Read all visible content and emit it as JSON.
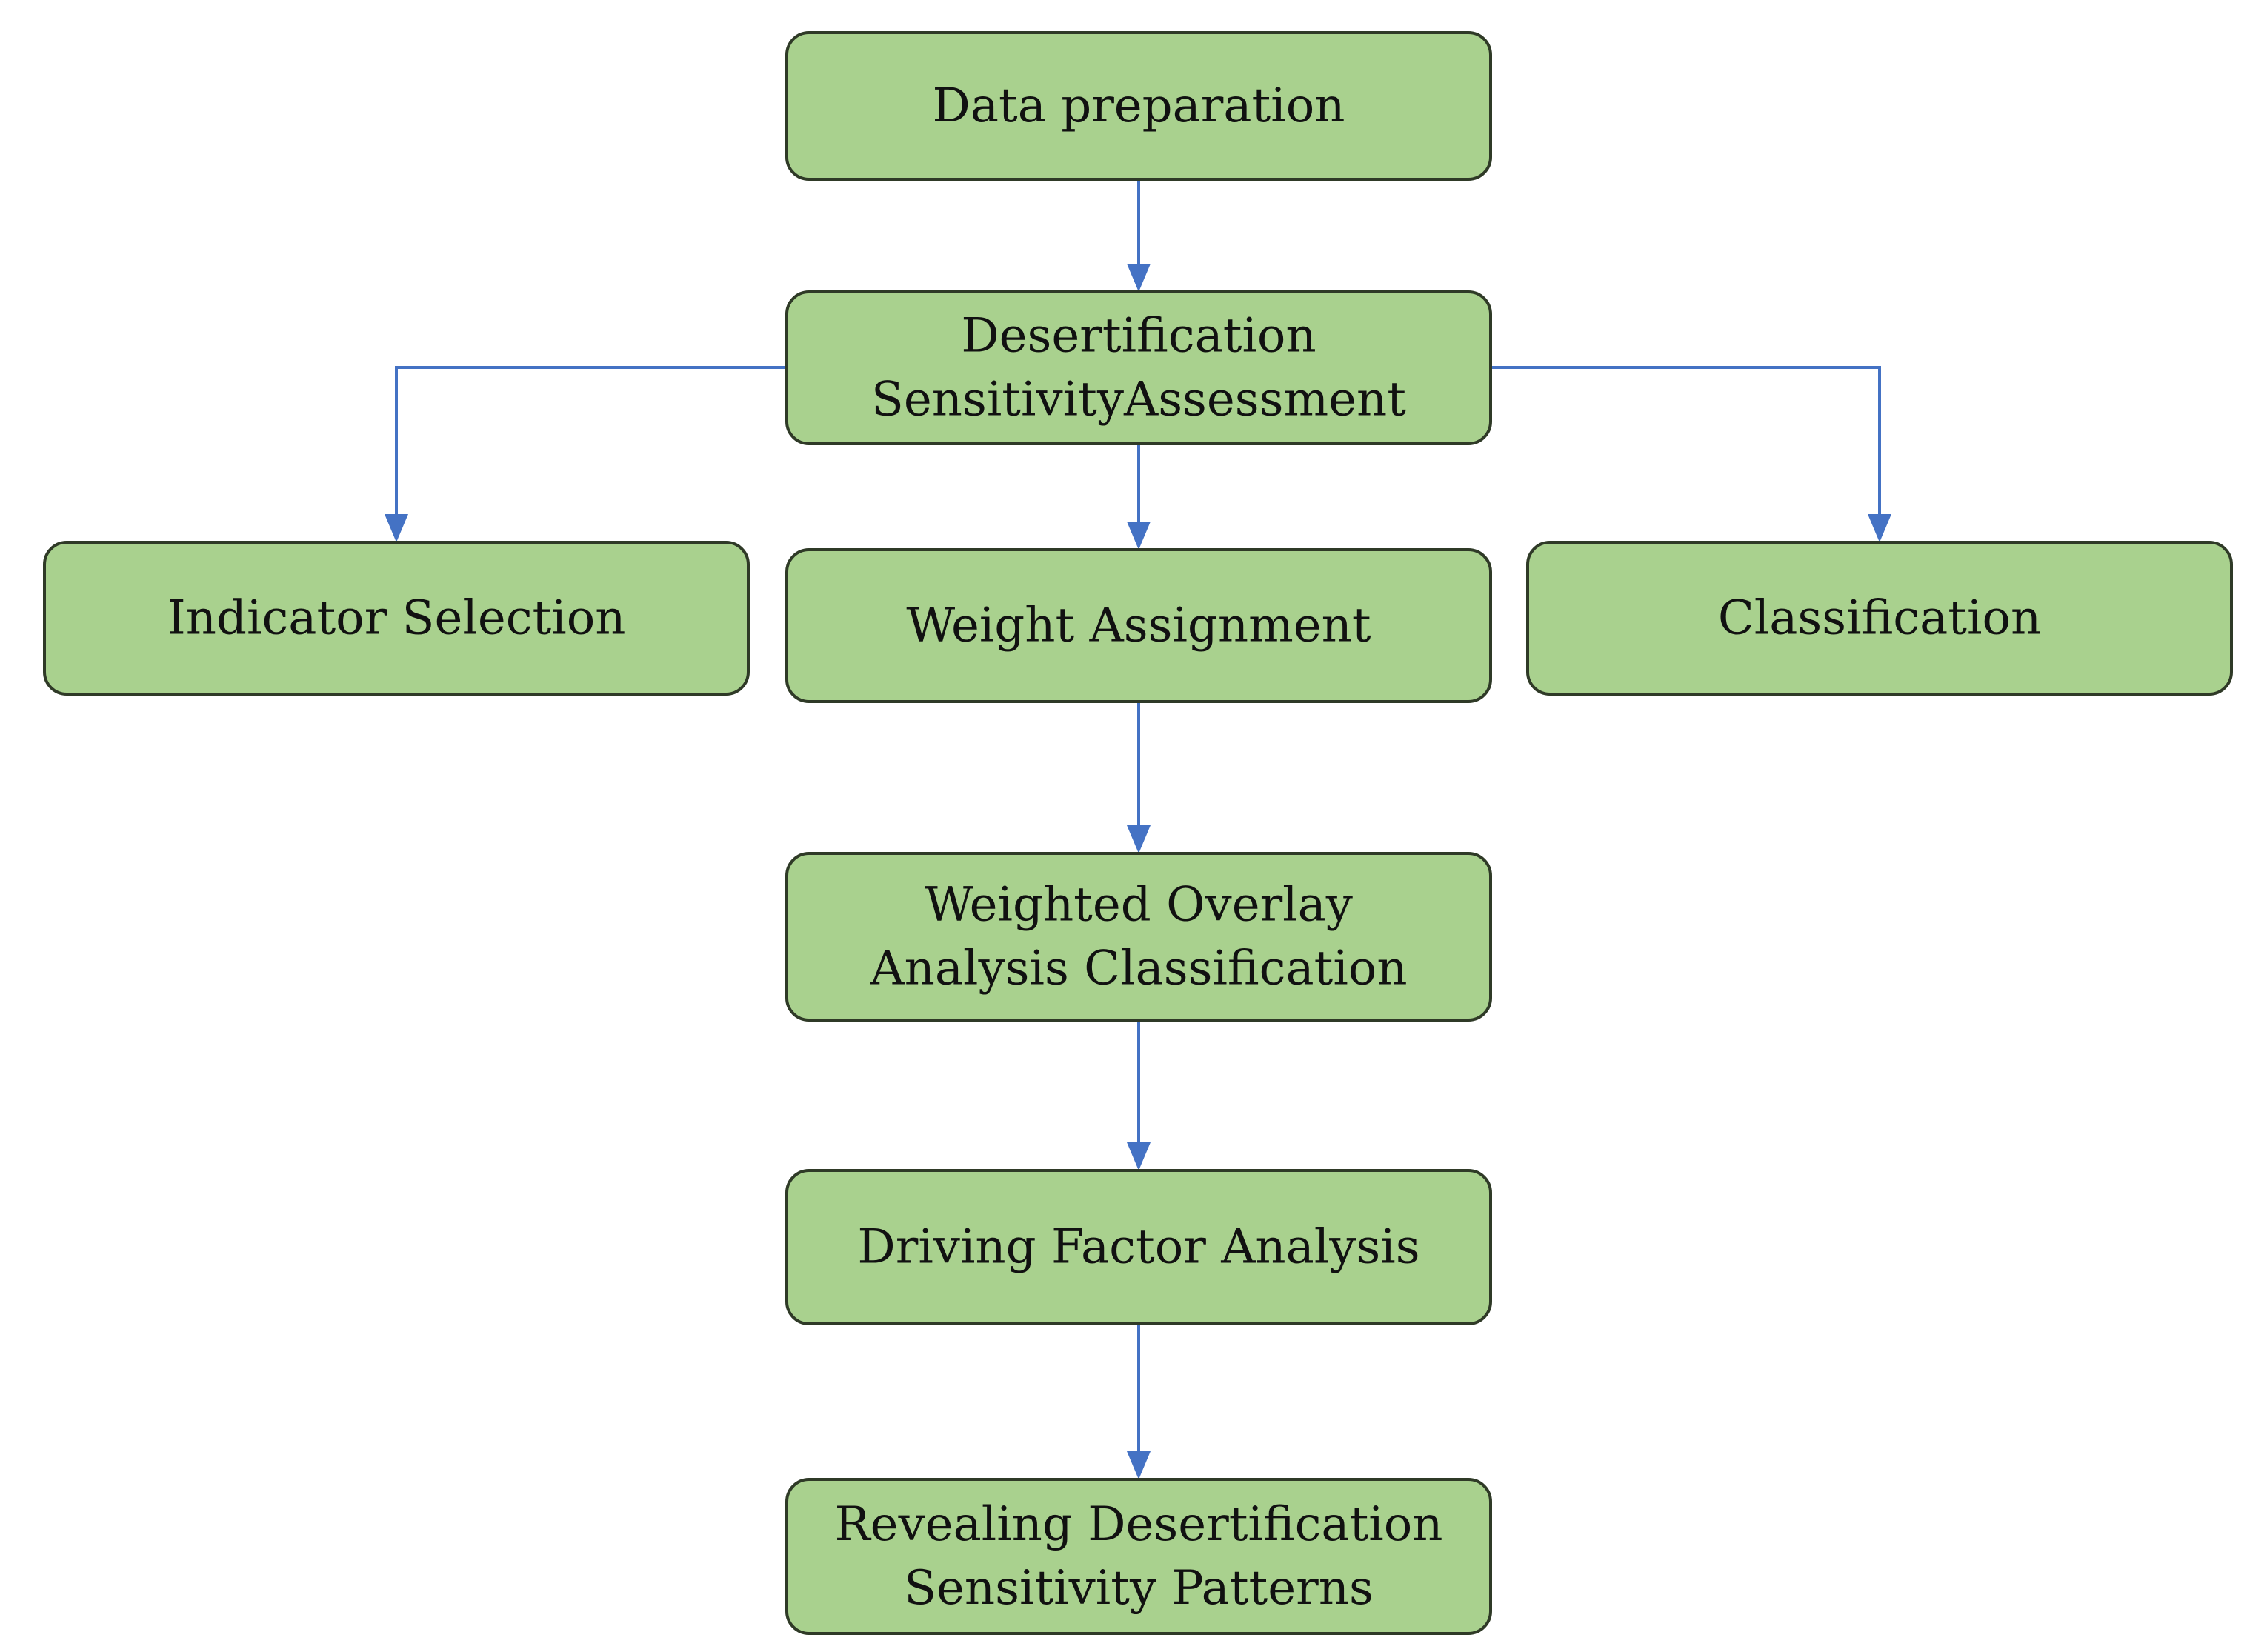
{
  "diagram": {
    "colors": {
      "node_fill": "#a9d18e",
      "node_stroke": "#2f3a27",
      "connector": "#4472c4",
      "text": "#111111"
    },
    "nodes": {
      "data_preparation": {
        "lines": [
          "Data preparation"
        ]
      },
      "desertification_sensitivity_assessment": {
        "lines": [
          "Desertification",
          "SensitivityAssessment"
        ]
      },
      "indicator_selection": {
        "lines": [
          "Indicator Selection"
        ]
      },
      "weight_assignment": {
        "lines": [
          "Weight Assignment"
        ]
      },
      "classification": {
        "lines": [
          "Classification"
        ]
      },
      "weighted_overlay_analysis_classification": {
        "lines": [
          "Weighted Overlay",
          "Analysis Classification"
        ]
      },
      "driving_factor_analysis": {
        "lines": [
          "Driving Factor Analysis"
        ]
      },
      "revealing_desertification_sensitivity_patterns": {
        "lines": [
          "Revealing Desertification",
          "Sensitivity Patterns"
        ]
      }
    },
    "edges": [
      {
        "from": "data_preparation",
        "to": "desertification_sensitivity_assessment"
      },
      {
        "from": "desertification_sensitivity_assessment",
        "to": "indicator_selection"
      },
      {
        "from": "desertification_sensitivity_assessment",
        "to": "weight_assignment"
      },
      {
        "from": "desertification_sensitivity_assessment",
        "to": "classification"
      },
      {
        "from": "weight_assignment",
        "to": "weighted_overlay_analysis_classification"
      },
      {
        "from": "weighted_overlay_analysis_classification",
        "to": "driving_factor_analysis"
      },
      {
        "from": "driving_factor_analysis",
        "to": "revealing_desertification_sensitivity_patterns"
      }
    ]
  }
}
